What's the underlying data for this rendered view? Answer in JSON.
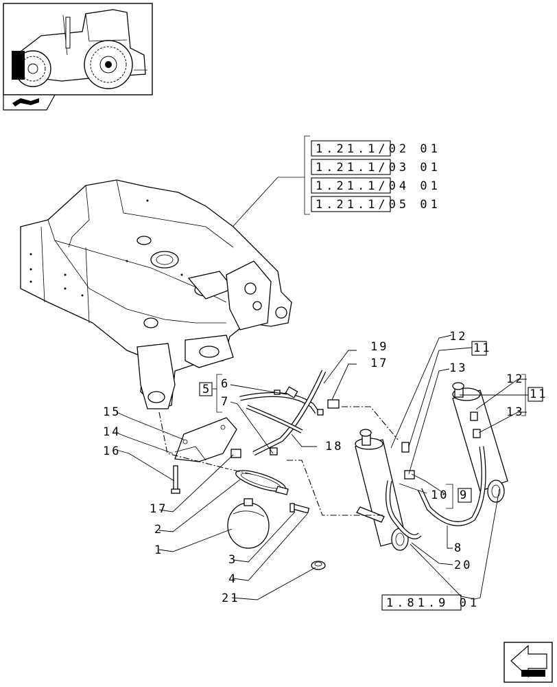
{
  "references": {
    "frame_refs": [
      "1.21.1/02 01",
      "1.21.1/03 01",
      "1.21.1/04 01",
      "1.21.1/05 01"
    ],
    "cylinder_ref": "1.81.9 01"
  },
  "callouts": {
    "c1": "1",
    "c2": "2",
    "c3": "3",
    "c4": "4",
    "c5": "5",
    "c6": "6",
    "c7": "7",
    "c8": "8",
    "c9": "9",
    "c12a": "12",
    "c12b": "12",
    "c13a": "13",
    "c13b": "13",
    "c14": "14",
    "c15": "15",
    "c16": "16",
    "c17a": "17",
    "c17b": "17",
    "c18": "18",
    "c19": "19",
    "c20": "20",
    "c21": "21",
    "c10": "10",
    "c11a": "11",
    "c11b": "11"
  },
  "icons": {
    "thumbnail": "tractor-thumbnail-icon",
    "section": "section-arrow-icon",
    "nav": "next-page-arrow-icon"
  }
}
